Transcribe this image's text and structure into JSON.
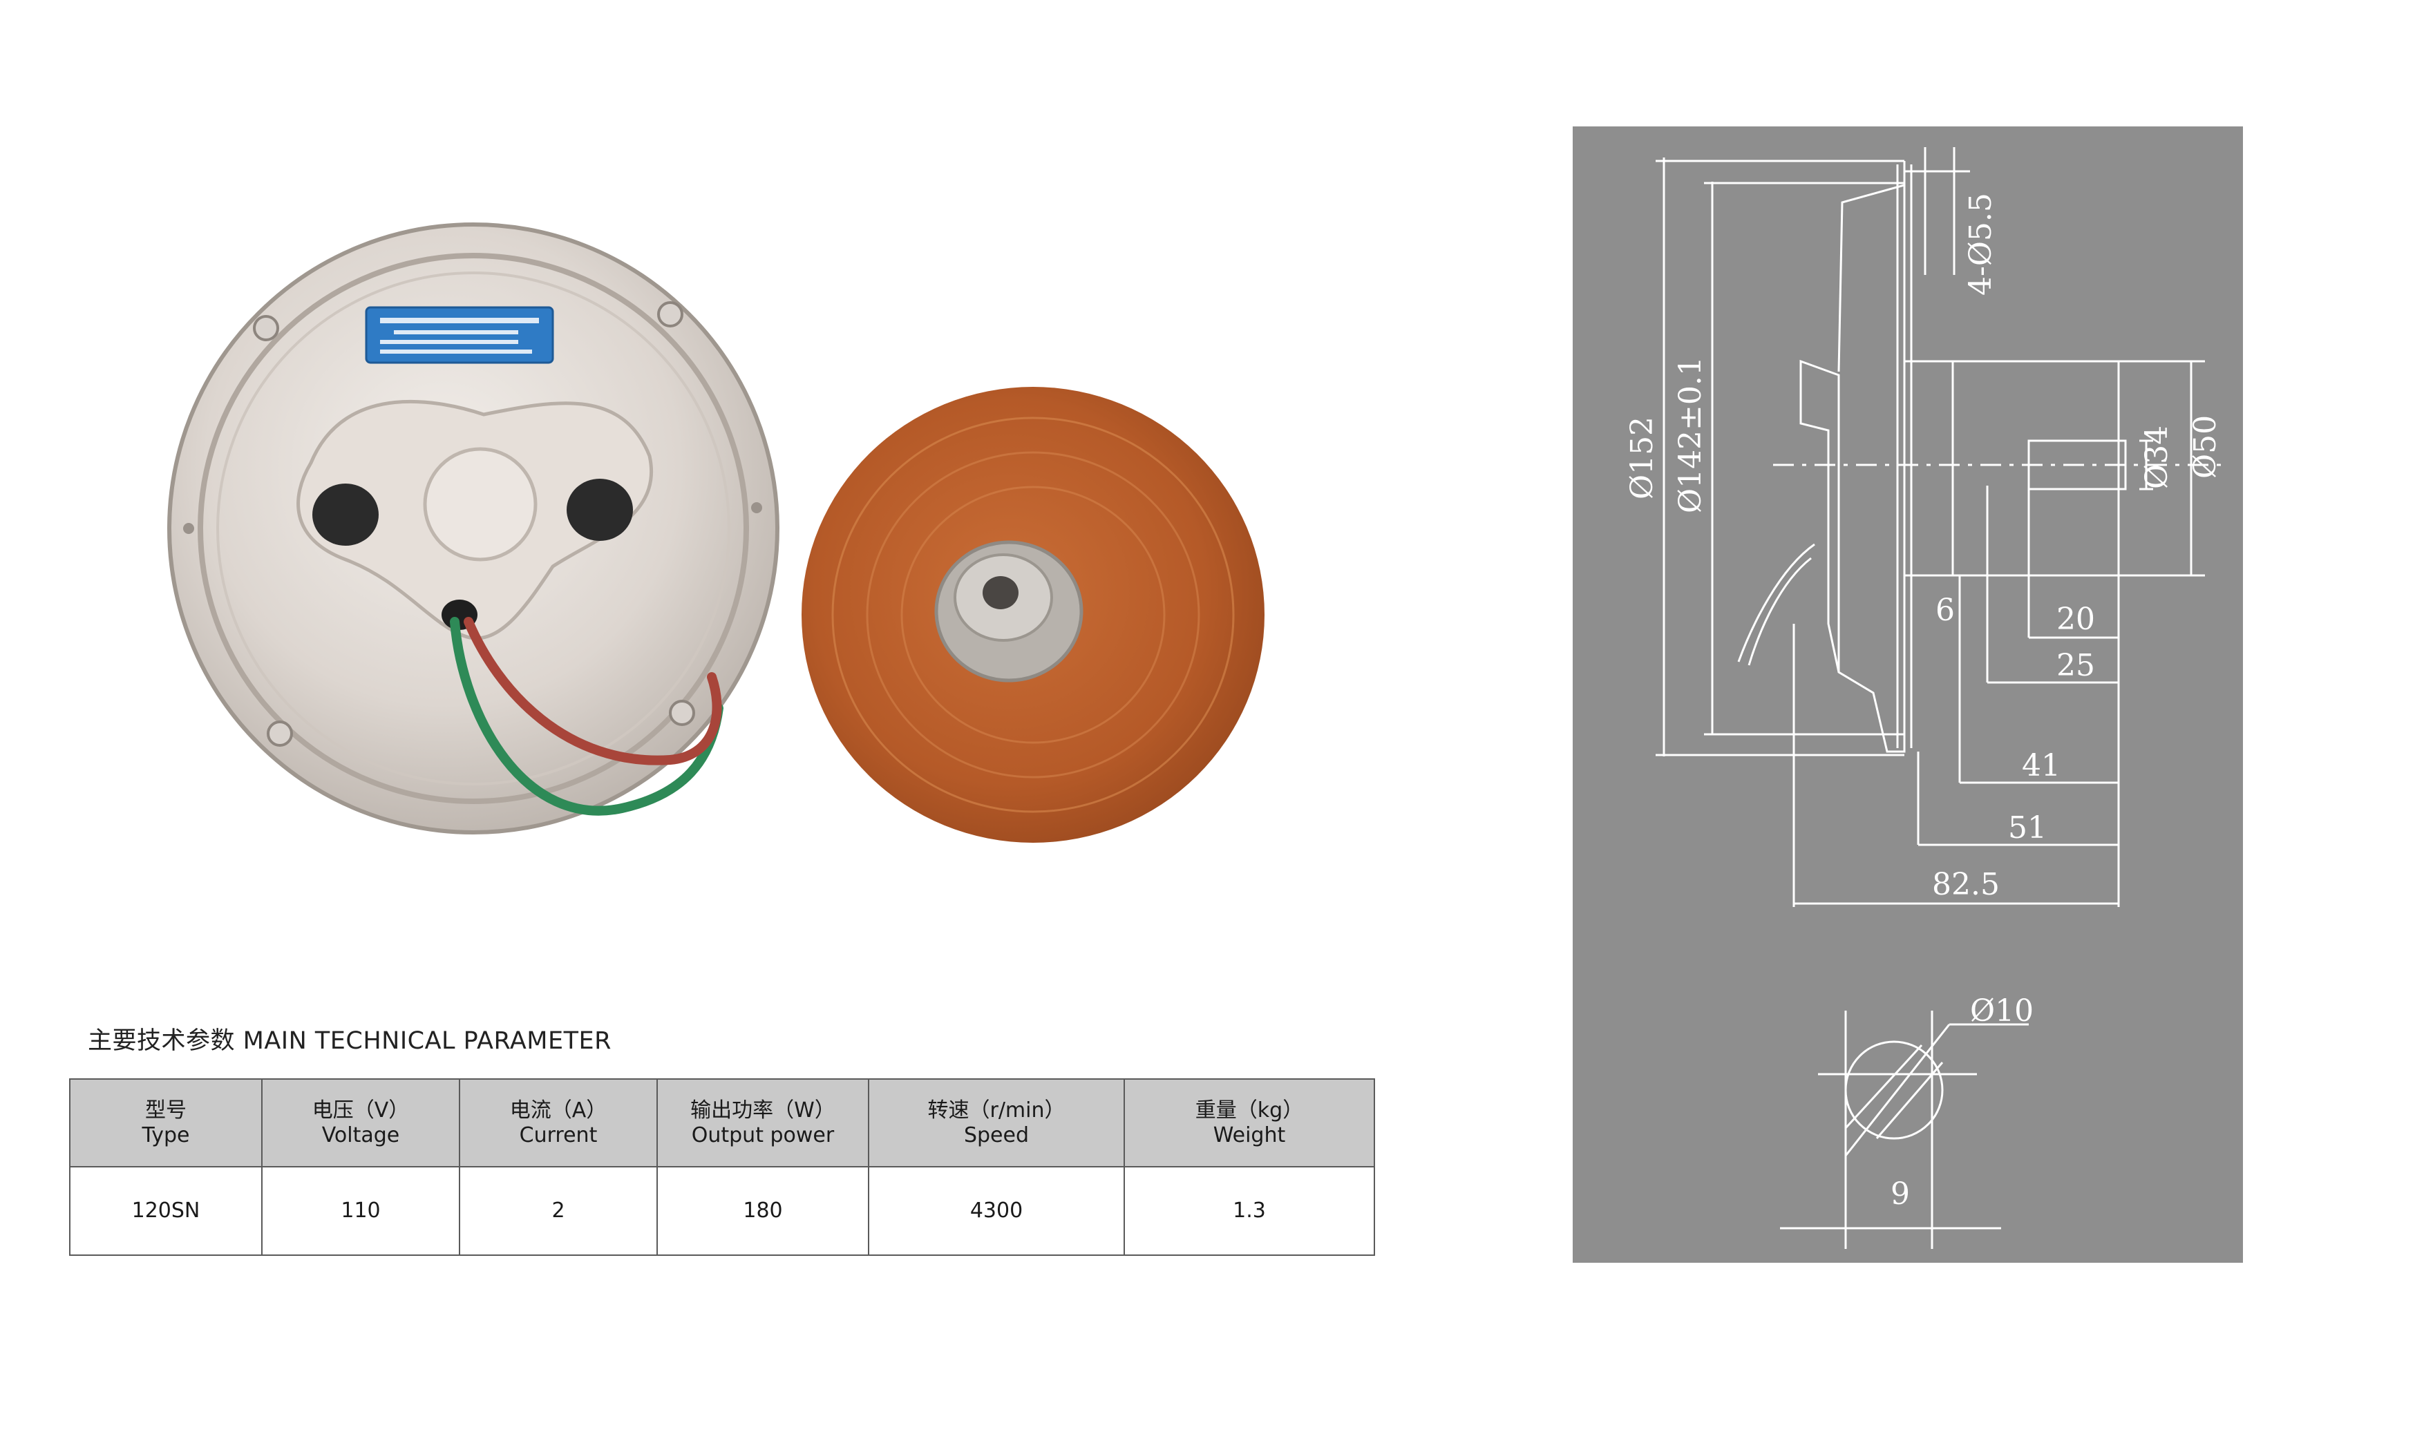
{
  "section_title": "主要技术参数 MAIN TECHNICAL PARAMETER",
  "table": {
    "columns": [
      {
        "cn": "型号",
        "en": "Type"
      },
      {
        "cn": "电压（V）",
        "en": "Voltage"
      },
      {
        "cn": "电流（A）",
        "en": "Current"
      },
      {
        "cn": "输出功率（W）",
        "en": "Output power"
      },
      {
        "cn": "转速（r/min）",
        "en": "Speed"
      },
      {
        "cn": "重量（kg）",
        "en": "Weight"
      }
    ],
    "rows": [
      [
        "120SN",
        "110",
        "2",
        "180",
        "4300",
        "1.3"
      ]
    ]
  },
  "drawing": {
    "dimensions": {
      "d152": "Ø152",
      "d142": "Ø142±0.1",
      "holes": "4-Ø5.5",
      "d34": "Ø34",
      "d50": "Ø50",
      "d6": "6",
      "d20": "20",
      "d25": "25",
      "d41": "41",
      "d51": "51",
      "d82_5": "82.5",
      "d10": "Ø10",
      "d9": "9"
    }
  },
  "colors": {
    "drawing_bg": "#8e8e8e",
    "drawing_line": "#ffffff",
    "table_header_bg": "#c9c9c9",
    "table_border": "#5a5a5a"
  }
}
